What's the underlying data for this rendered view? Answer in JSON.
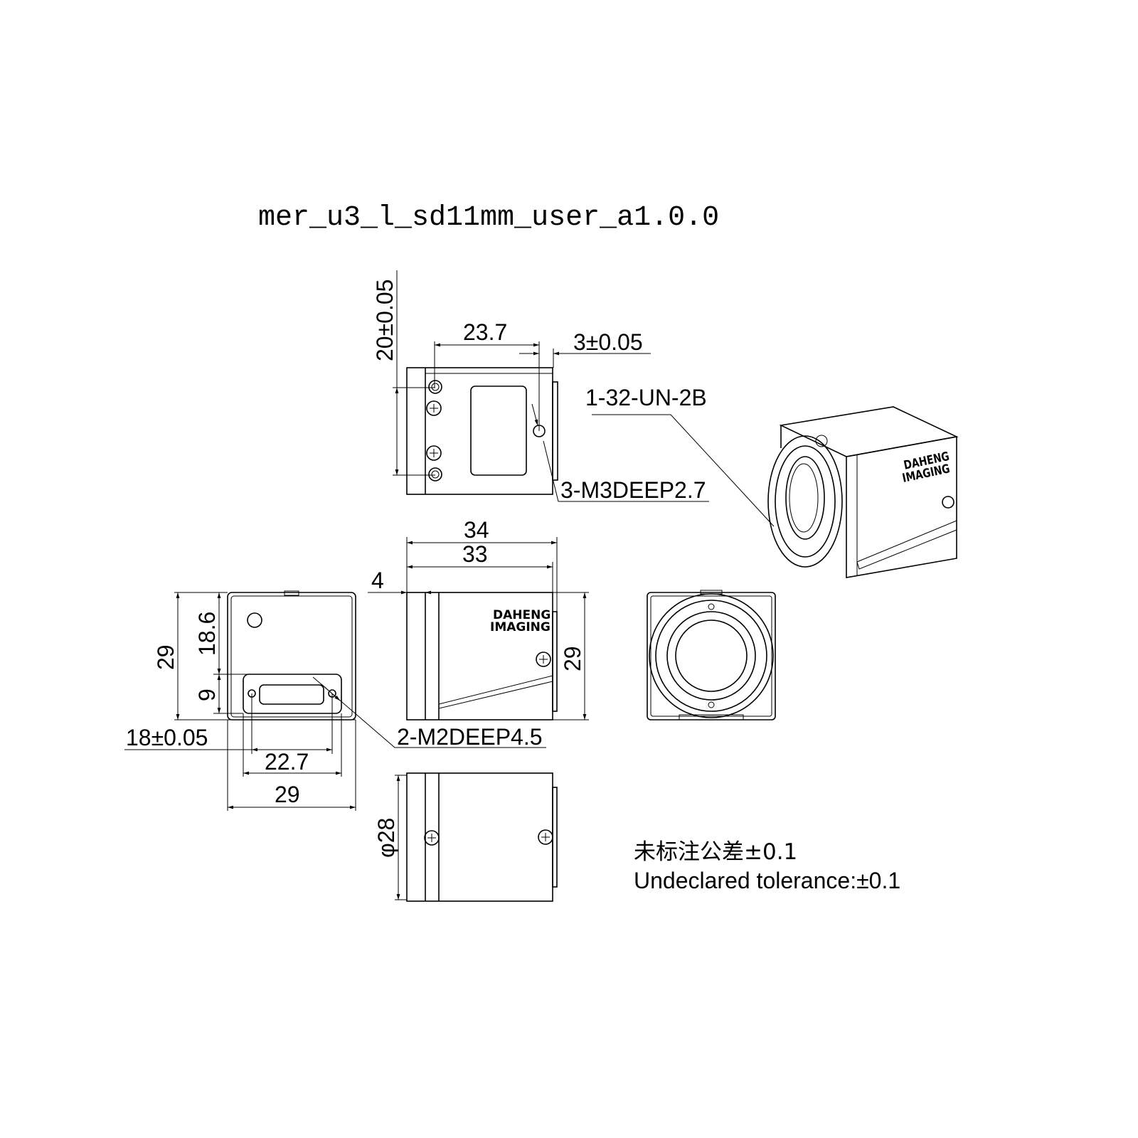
{
  "title": "mer_u3_l_sd11mm_user_a1.0.0",
  "top_view": {
    "dim_height": "20±0.05",
    "dim_holes": "23.7",
    "dim_offset": "3±0.05",
    "thread_callout": "1-32-UN-2B",
    "hole_callout": "3-M3DEEP2.7"
  },
  "side_view": {
    "dim_overall": "34",
    "dim_body": "33",
    "dim_flange": "4",
    "dim_height": "29",
    "logo_line1": "DAHENG",
    "logo_line2": "IMAGING"
  },
  "back_view": {
    "dim_height": "29",
    "dim_upper": "18.6",
    "dim_lower": "9",
    "dim_tol": "18±0.05",
    "dim_connector": "22.7",
    "dim_width": "29",
    "hole_callout": "2-M2DEEP4.5"
  },
  "bottom_view": {
    "dim_diameter": "φ28"
  },
  "notes": {
    "cn": "未标注公差±0.1",
    "en": "Undeclared tolerance:±0.1"
  }
}
